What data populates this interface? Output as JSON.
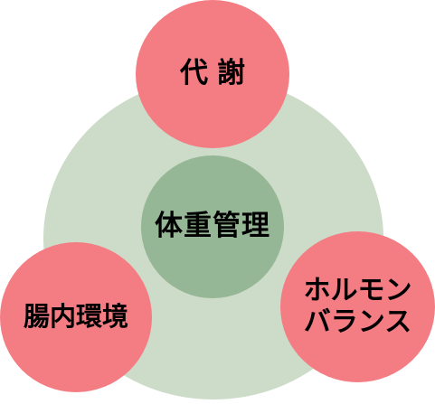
{
  "diagram": {
    "center": {
      "label": "体重管理"
    },
    "nodes": [
      {
        "id": "metabolism",
        "label": "代謝"
      },
      {
        "id": "gut",
        "label": "腸内環境"
      },
      {
        "id": "hormone",
        "label": "ホルモン\nバランス"
      }
    ]
  },
  "colors": {
    "outer_ring": "#cddbc9",
    "center_circle": "#95b795",
    "node_circle": "#f47c83",
    "text": "#000000"
  }
}
